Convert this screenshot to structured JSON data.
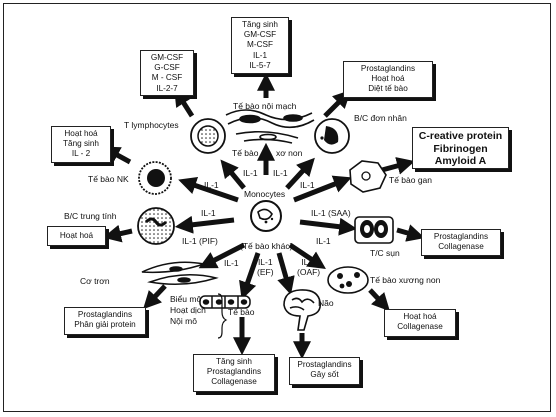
{
  "center": {
    "label": "Monocytes",
    "sub_label": "(Tế bào khác)"
  },
  "cells": {
    "t_lymphocytes": "T lymphocytes",
    "endothelial": "Tế bào nội mạch",
    "fibroblast_1": "Tế bào",
    "fibroblast_2": "xơ non",
    "mononuclear": "B/C đơn nhân",
    "nk": "Tế bào NK",
    "liver": "Tế bào gan",
    "neutrophil": "B/C trung tính",
    "smooth_muscle": "Cơ trơn",
    "cartilage": "T/C sụn",
    "osteoblast": "Tế bào xương non",
    "brain": "Não",
    "epithelial": [
      "Biểu mô",
      "Hoạt dịch",
      "Nội mô"
    ],
    "epithelial_suffix": "Tế bào"
  },
  "arrows": {
    "il1_a": "IL-1",
    "il1_b": "IL-1",
    "il1_c": "IL-1",
    "il1_d": "IL-1",
    "il1_e": "IL-1",
    "il1_f": "IL-1",
    "il1_g": "IL-1",
    "il1_saa": "IL-1 (SAA)",
    "il1_pif": "IL-1 (PIF)",
    "il1_ef_1": "IL-1",
    "il1_ef_2": "(EF)",
    "il1_oaf_1": "IL-1",
    "il1_oaf_2": "(OAF)"
  },
  "boxes": {
    "top_center": [
      "Tăng sinh",
      "GM-CSF",
      "M-CSF",
      "IL-1",
      "IL-5-7"
    ],
    "top_left": [
      "GM-CSF",
      "G-CSF",
      "M - CSF",
      "IL-2-7"
    ],
    "top_right": [
      "Prostaglandins",
      "Hoạt hoá",
      "Diệt tế bào"
    ],
    "left_mid": [
      "Hoạt hoá",
      "Tăng sinh",
      "IL - 2"
    ],
    "right_mid": [
      "C-reative protein",
      "Fibrinogen",
      "Amyloid A"
    ],
    "left_low": [
      "Hoạt hoá"
    ],
    "right_low": [
      "Prostaglandins",
      "Collagenase"
    ],
    "bottom_left": [
      "Prostaglandins",
      "Phân giải protein"
    ],
    "bottom_right": [
      "Hoạt hoá",
      "Collagenase"
    ],
    "bottom_center": [
      "Tăng sinh",
      "Prostaglandins",
      "Collagenase"
    ],
    "bottom_brain": [
      "Prostaglandins",
      "Gây sốt"
    ]
  }
}
